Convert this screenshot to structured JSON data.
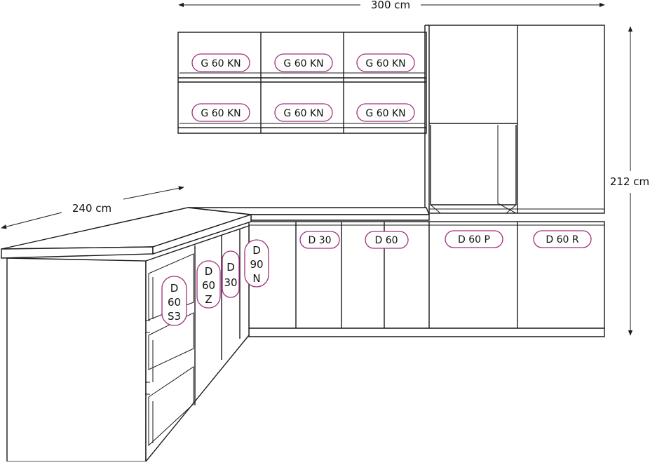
{
  "colors": {
    "line": "#1a1a1a",
    "label_outline": "#a3307f",
    "background": "#ffffff"
  },
  "dimensions": {
    "width": "300 cm",
    "height": "212 cm",
    "depth": "240 cm"
  },
  "wall_cabinets": {
    "top_row": [
      "G 60 KN",
      "G 60 KN",
      "G 60 KN"
    ],
    "bottom_row": [
      "G 60 KN",
      "G 60 KN",
      "G 60 KN"
    ]
  },
  "base_cabinets": {
    "back_wall": [
      "D 30",
      "D 60",
      "D 60 P",
      "D 60 R"
    ],
    "side_wall": [
      {
        "lines": [
          "D",
          "60",
          "S3"
        ]
      },
      {
        "lines": [
          "D",
          "60",
          "Z"
        ]
      },
      {
        "lines": [
          "D",
          "30"
        ]
      },
      {
        "lines": [
          "D",
          "90",
          "N"
        ]
      }
    ]
  }
}
